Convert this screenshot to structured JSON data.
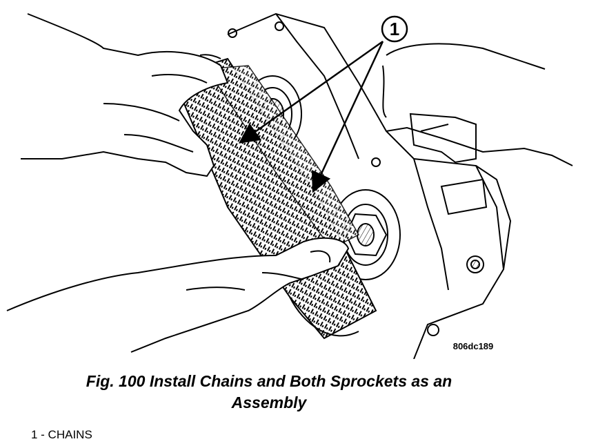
{
  "figure": {
    "callout_number": "1",
    "figure_id": "806dc189"
  },
  "caption": {
    "line1": "Fig. 100 Install Chains and Both Sprockets as an",
    "line2": "Assembly"
  },
  "legend": {
    "item1": "1 - CHAINS"
  },
  "icons": {
    "callout_arrows": "arrow-icon"
  }
}
